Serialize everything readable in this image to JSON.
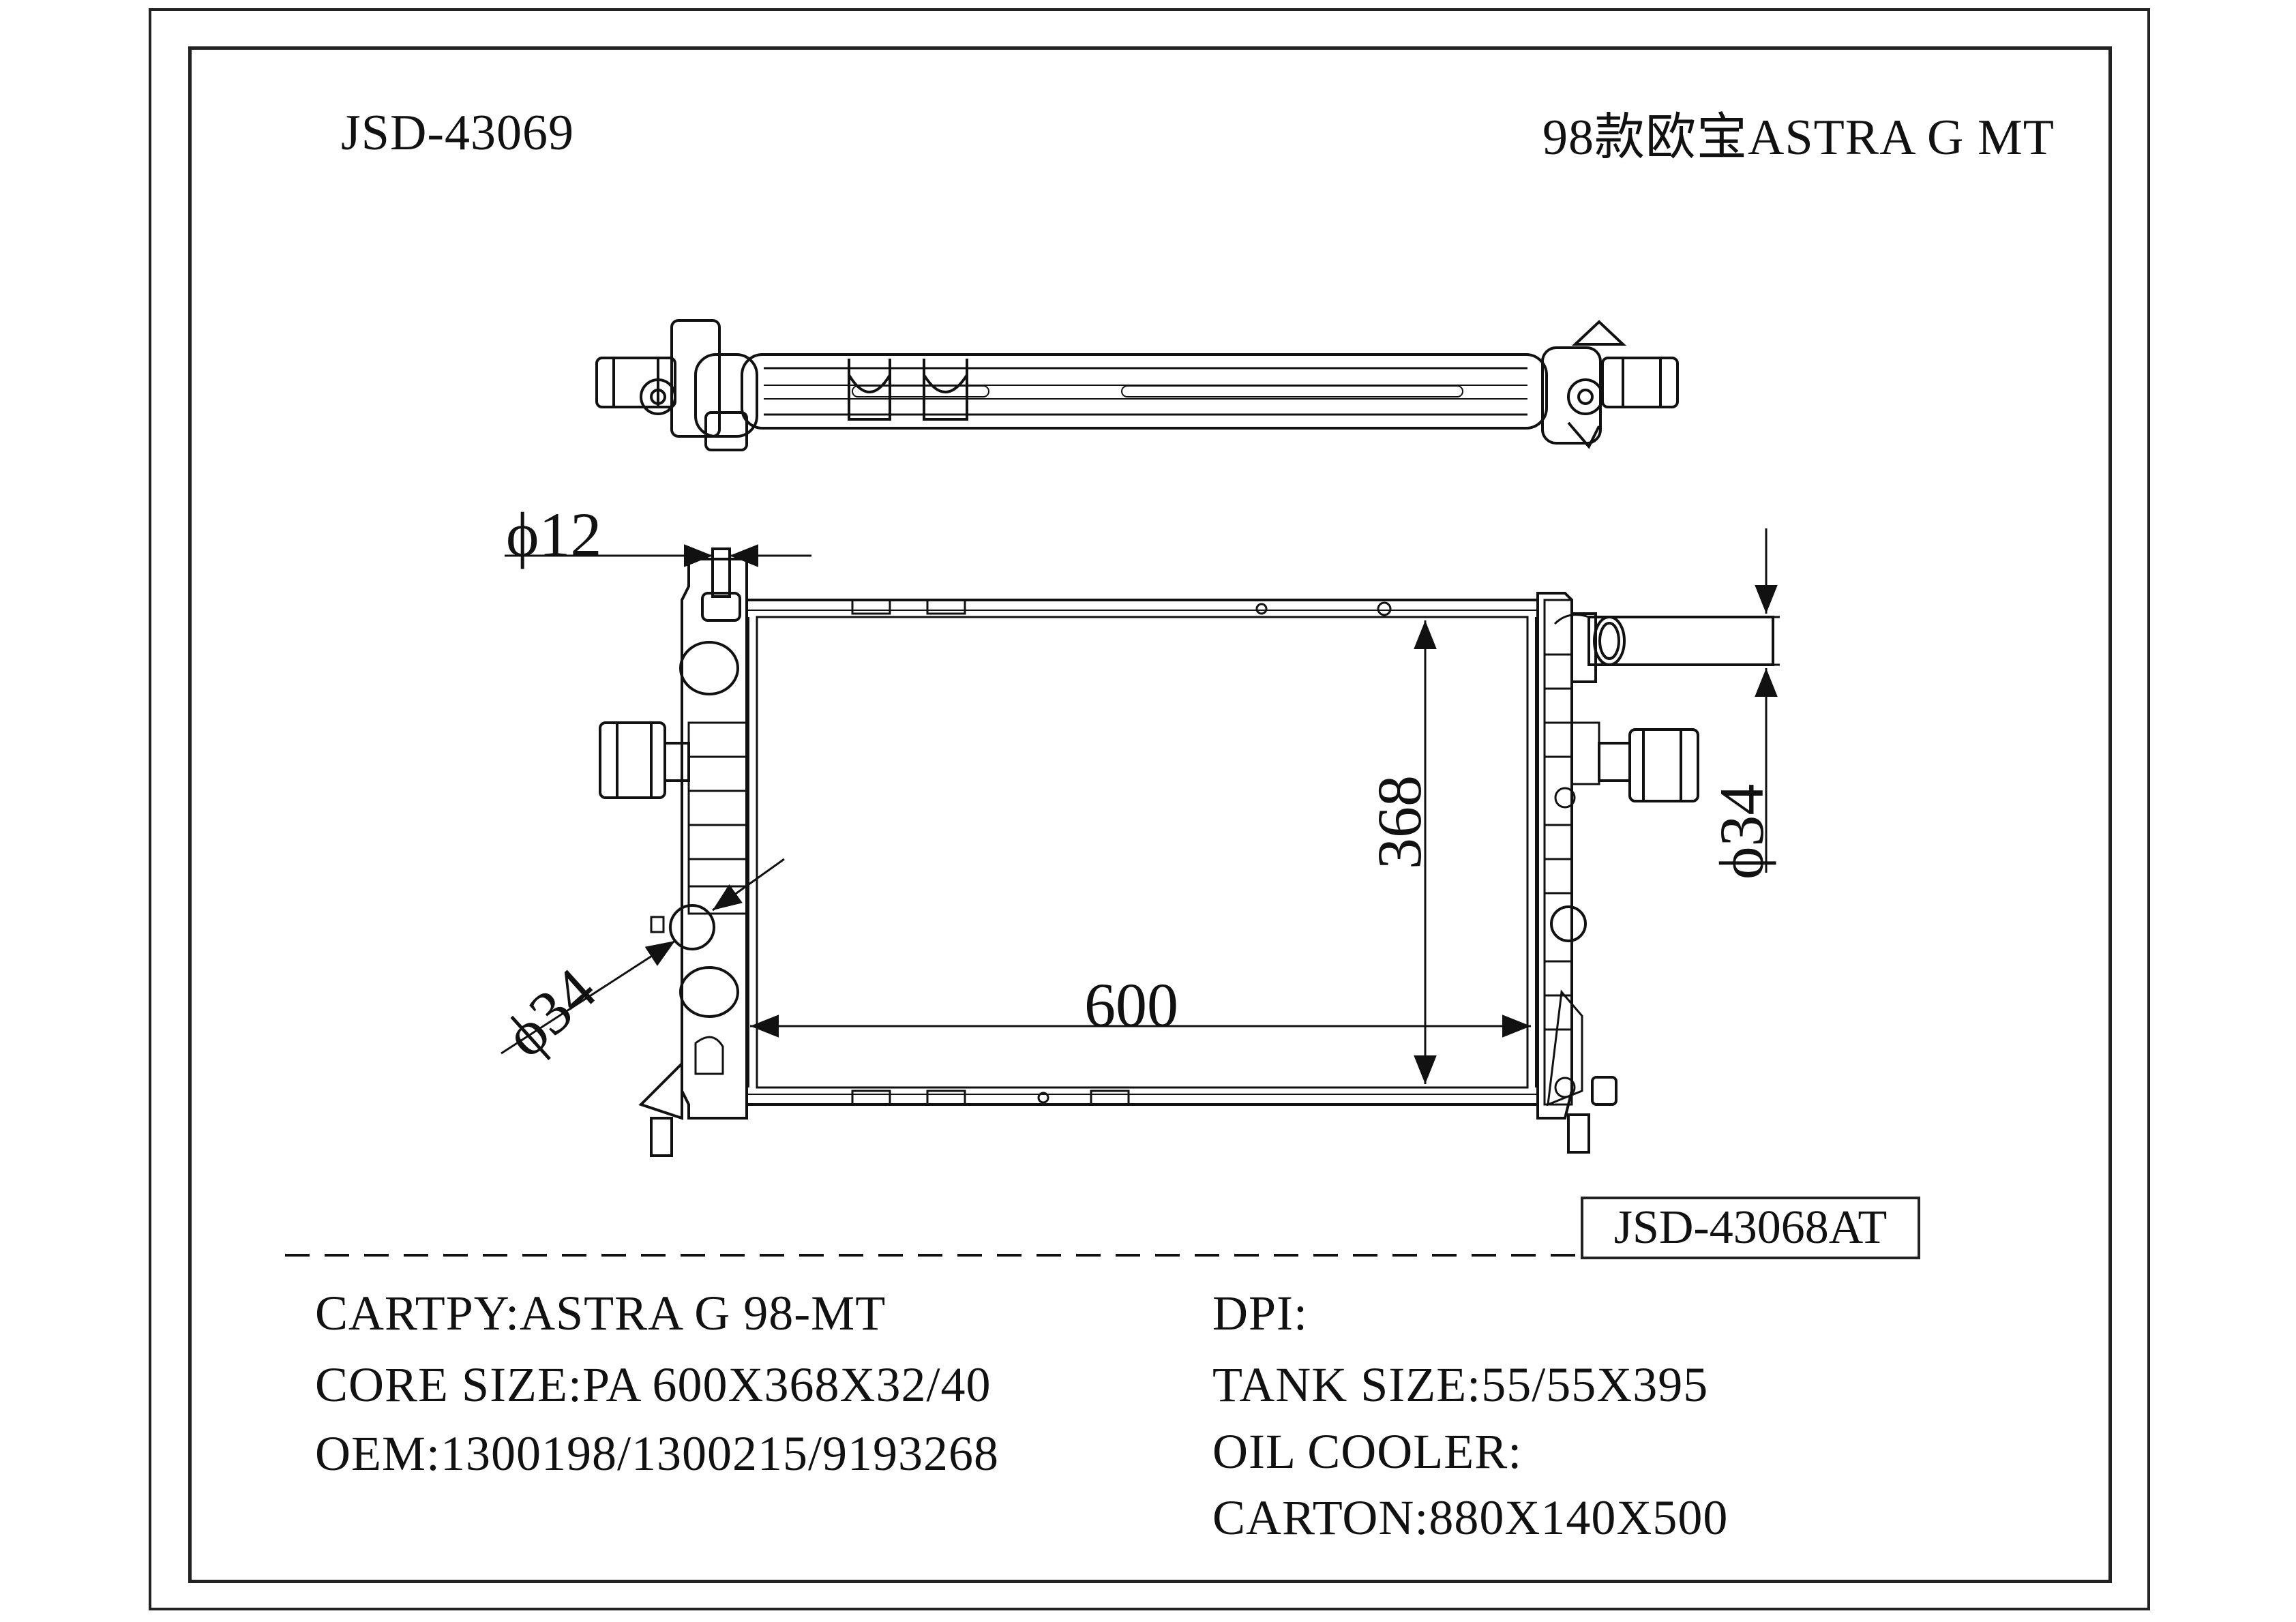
{
  "header": {
    "part_number": "JSD-43069",
    "model_title": "98款欧宝ASTRA G MT"
  },
  "reference_box": {
    "label": "JSD-43068AT"
  },
  "dimensions": {
    "inlet_pipe": "ϕ12",
    "left_outlet": "ϕ34",
    "right_outlet": "ϕ34",
    "core_width": "600",
    "core_height": "368"
  },
  "specs": {
    "cartpy": "CARTPY:ASTRA G 98-MT",
    "core_size": "CORE SIZE:PA 600X368X32/40",
    "oem": "OEM:1300198/1300215/9193268",
    "dpi": "DPI:",
    "tank_size": "TANK SIZE:55/55X395",
    "oil_cooler": "OIL COOLER:",
    "carton": "CARTON:880X140X500"
  }
}
